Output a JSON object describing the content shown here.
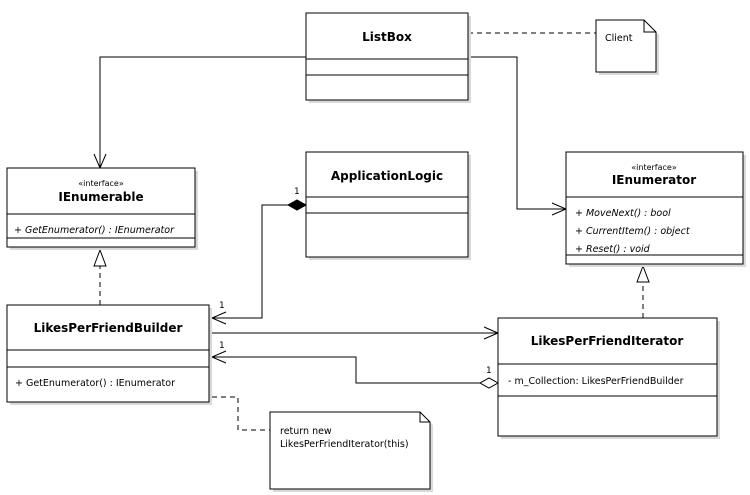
{
  "classes": {
    "listbox": {
      "name": "ListBox"
    },
    "ienumerable": {
      "stereotype": "«interface»",
      "name": "IEnumerable",
      "operations": [
        "+ GetEnumerator() : IEnumerator"
      ]
    },
    "application_logic": {
      "name": "ApplicationLogic"
    },
    "ienumerator": {
      "stereotype": "«interface»",
      "name": "IEnumerator",
      "operations": [
        "+ MoveNext() : bool",
        "+ CurrentItem() : object",
        "+ Reset() : void"
      ]
    },
    "builder": {
      "name": "LikesPerFriendBuilder",
      "operations": [
        "+ GetEnumerator() : IEnumerator"
      ]
    },
    "iterator": {
      "name": "LikesPerFriendIterator",
      "attributes": [
        "- m_Collection: LikesPerFriendBuilder"
      ]
    }
  },
  "notes": {
    "client": "Client",
    "return_line1": "return new",
    "return_line2": "LikesPerFriendIterator(this)"
  },
  "multiplicities": {
    "applogic_end": "1",
    "builder_from_applogic": "1",
    "builder_from_iterator": "1",
    "iterator_aggregation": "1"
  }
}
